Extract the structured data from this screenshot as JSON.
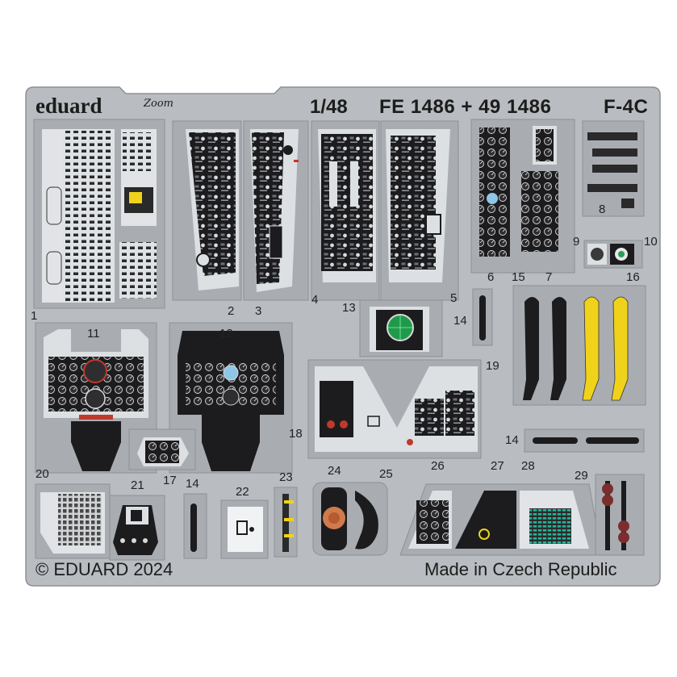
{
  "header": {
    "brand": "eduard",
    "zoom_mark": "Zoom",
    "scale": "1/48",
    "product_code": "FE 1486 + 49 1486",
    "aircraft": "F-4C"
  },
  "footer": {
    "copyright": "© EDUARD 2024",
    "origin": "Made in Czech Republic"
  },
  "parts": [
    {
      "id": "p1",
      "label": "1"
    },
    {
      "id": "p2",
      "label": "2"
    },
    {
      "id": "p3",
      "label": "3"
    },
    {
      "id": "p4",
      "label": "4"
    },
    {
      "id": "p5",
      "label": "5"
    },
    {
      "id": "p6",
      "label": "6"
    },
    {
      "id": "p7",
      "label": "7"
    },
    {
      "id": "p8",
      "label": "8"
    },
    {
      "id": "p9",
      "label": "9"
    },
    {
      "id": "p10",
      "label": "10"
    },
    {
      "id": "p11",
      "label": "11"
    },
    {
      "id": "p12",
      "label": "12"
    },
    {
      "id": "p13",
      "label": "13"
    },
    {
      "id": "p14a",
      "label": "14"
    },
    {
      "id": "p14b",
      "label": "14"
    },
    {
      "id": "p14c",
      "label": "14"
    },
    {
      "id": "p15",
      "label": "15"
    },
    {
      "id": "p16",
      "label": "16"
    },
    {
      "id": "p17",
      "label": "17"
    },
    {
      "id": "p18",
      "label": "18"
    },
    {
      "id": "p19",
      "label": "19"
    },
    {
      "id": "p20",
      "label": "20"
    },
    {
      "id": "p21",
      "label": "21"
    },
    {
      "id": "p22",
      "label": "22"
    },
    {
      "id": "p23",
      "label": "23"
    },
    {
      "id": "p24",
      "label": "24"
    },
    {
      "id": "p25",
      "label": "25"
    },
    {
      "id": "p26",
      "label": "26"
    },
    {
      "id": "p27",
      "label": "27"
    },
    {
      "id": "p28",
      "label": "28"
    },
    {
      "id": "p29",
      "label": "29"
    }
  ],
  "colors": {
    "fret": "#b9bcc0",
    "fret_edge": "#8d9094",
    "panel_black": "#1c1c1e",
    "panel_grey": "#c9cdd1",
    "panel_light": "#e4e6e8",
    "scope_green": "#1f9a4a",
    "harness_yellow": "#f1d21a",
    "knob_red": "#c0392b",
    "instrument_blue": "#8fc6e8",
    "knob_maroon": "#7a2e2e"
  }
}
